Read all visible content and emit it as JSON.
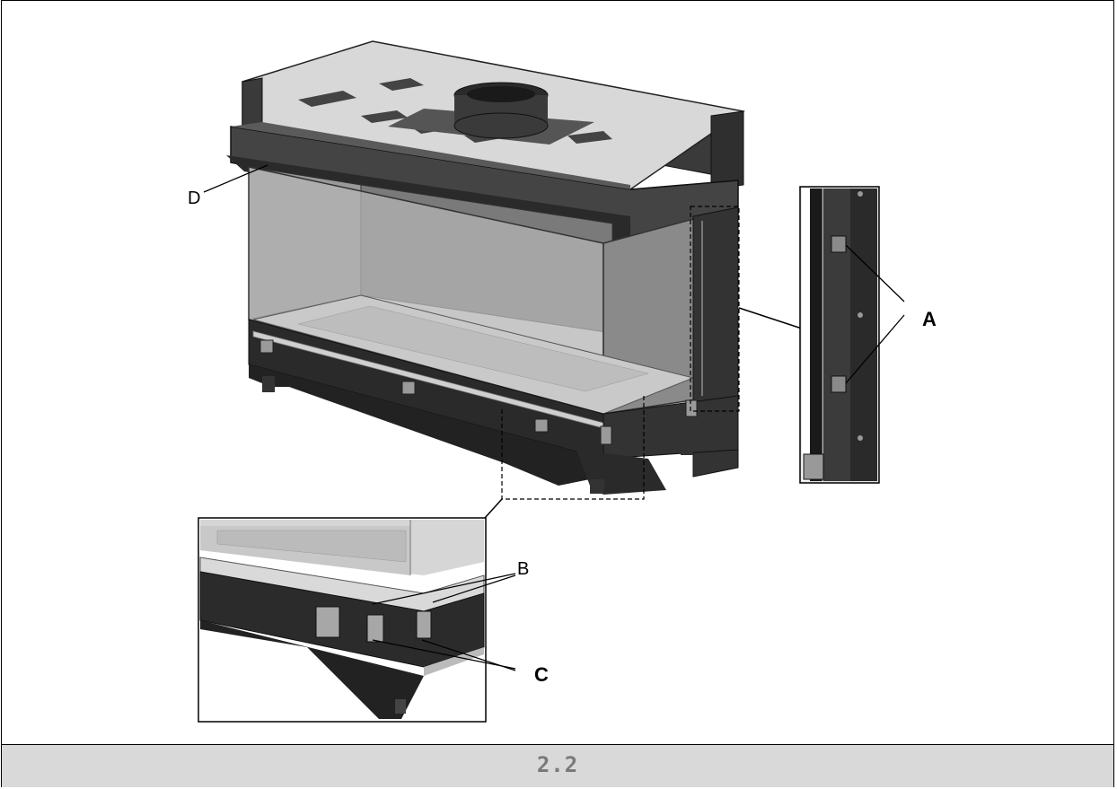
{
  "labels": {
    "a": "A",
    "b": "B",
    "c": "C",
    "d": "D"
  },
  "caption": "2.2"
}
